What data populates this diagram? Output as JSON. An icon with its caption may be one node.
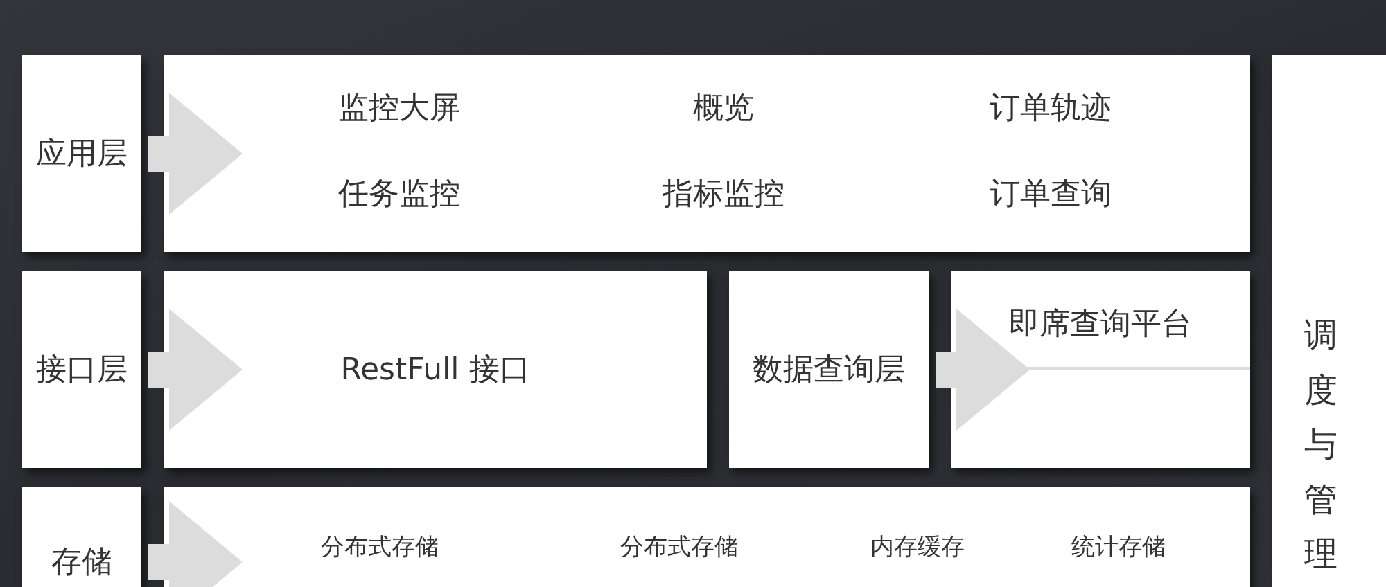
{
  "diagram": {
    "nodes": [
      {
        "text": [
          "应用层"
        ]
      },
      {
        "text": [
          "监控大屏",
          "概览",
          "订单轨迹",
          "任务监控",
          "指标监控",
          "订单查询"
        ]
      },
      {
        "text": [
          "接口层"
        ]
      },
      {
        "text": [
          "RestFull 接口"
        ]
      },
      {
        "text": [
          "数据查询层"
        ]
      },
      {
        "text": [
          "即席查询平台"
        ]
      },
      {
        "text": [
          "存储"
        ]
      },
      {
        "text": [
          "分布式存储",
          "分布式存储",
          "内存缓存",
          "统计存储"
        ]
      },
      {
        "text": [
          "调度与管理"
        ]
      }
    ],
    "edges": [
      {
        "from": 0,
        "to": 1,
        "arrow": "to"
      },
      {
        "from": 2,
        "to": 3,
        "arrow": "to"
      },
      {
        "from": 4,
        "to": 5,
        "arrow": "to"
      },
      {
        "from": 6,
        "to": 7,
        "arrow": "to"
      }
    ]
  }
}
